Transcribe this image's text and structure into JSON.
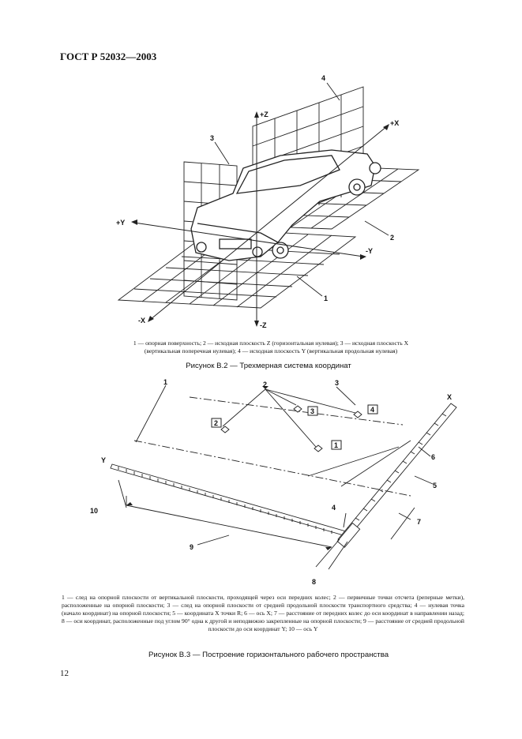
{
  "header": {
    "standard": "ГОСТ Р 52032—2003"
  },
  "figure_b2": {
    "labels": {
      "l1": "1",
      "l2": "2",
      "l3": "3",
      "l4": "4"
    },
    "axes": {
      "pz": "+Z",
      "mz": "-Z",
      "px": "+X",
      "mx": "-X",
      "py": "+Y",
      "my": "-Y"
    },
    "legend_line1": "1 — опорная поверхность; 2 — исходная плоскость Z (горизонтальная нулевая); 3 — исходная плоскость X",
    "legend_line2": "(вертикальная поперечная нулевая); 4 — исходная плоскость Y (вертикальная продольная нулевая)",
    "title": "Рисунок В.2 — Трехмерная система координат"
  },
  "figure_b3": {
    "labels": {
      "l1": "1",
      "l2": "2",
      "l3": "3",
      "l4": "4",
      "l5": "5",
      "l6": "6",
      "l7": "7",
      "l8": "8",
      "l9": "9",
      "l10": "10",
      "bx1": "1",
      "bx2": "2",
      "bx3": "3",
      "bx4": "4"
    },
    "axes": {
      "x": "X",
      "y": "Y"
    },
    "legend": "1 — след на опорной плоскости от вертикальной плоскости, проходящей через оси передних колес; 2 — первичные точки отсчета (реперные метки), расположенные на опорной плоскости; 3 — след на опорной плоскости от средней продольной плоскости транспортного средства; 4 — нулевая точка (начало координат) на опорной плоскости; 5 — координата X точки R; 6 — ось X; 7 — расстояние от передних колес до оси координат в направлении назад; 8 — оси координат, расположенные под углом 90° одна к другой и неподвижно закрепленные на опорной плоскости; 9 — расстояние от средней продольной плоскости до оси координат Y; 10 — ось Y",
    "title": "Рисунок В.3 — Построение горизонтального рабочего пространства"
  },
  "footer": {
    "page_number": "12"
  }
}
